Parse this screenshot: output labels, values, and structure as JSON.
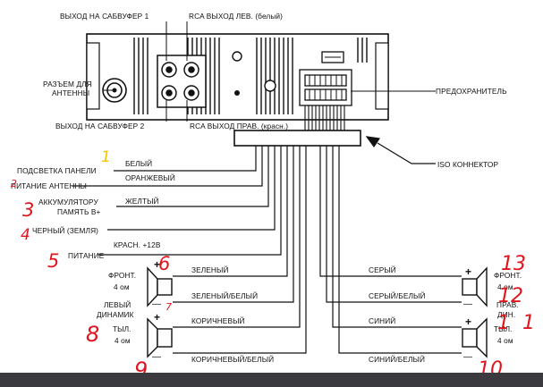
{
  "head_unit": {
    "connectors_top": {
      "subwoofer_out_1": "ВЫХОД НА САБВУФЕР 1",
      "rca_out_left": "RCA ВЫХОД ЛЕВ. (белый)"
    },
    "connectors_bottom": {
      "subwoofer_out_2": "ВЫХОД НА САБВУФЕР 2",
      "rca_out_right": "RCA ВЫХОД ПРАВ. (красн.)"
    },
    "antenna_jack": [
      "РАЗЪЕМ ДЛЯ",
      "АНТЕННЫ"
    ],
    "fuse": "ПРЕДОХРАНИТЕЛЬ",
    "iso_connector": "ISO КОННЕКТОР"
  },
  "power_wires": [
    {
      "function": "ПОДСВЕТКА ПАНЕЛИ",
      "color": "БЕЛЫЙ",
      "mark": "1"
    },
    {
      "function": "ПИТАНИЕ АНТЕННЫ",
      "color": "ОРАНЖЕВЫЙ",
      "mark": "2"
    },
    {
      "function_lines": [
        "АККУМУЛЯТОРУ",
        "ПАМЯТЬ В+"
      ],
      "color": "ЖЕЛТЫЙ",
      "mark": "3"
    },
    {
      "function": "ЧЕРНЫЙ (ЗЕМЛЯ)",
      "color": "",
      "mark": "4"
    },
    {
      "function": "ПИТАНИЕ",
      "color": "КРАСН. +12В",
      "mark": "5"
    }
  ],
  "speakers": {
    "left_front": {
      "name": "ФРОНТ.",
      "impedance": "4 ом",
      "wire_plus": "ЗЕЛЕНЫЙ",
      "wire_minus": "ЗЕЛЕНЫЙ/БЕЛЫЙ",
      "mark_plus": "6",
      "mark_minus": "7"
    },
    "left_group": [
      "ЛЕВЫЙ",
      "ДИНАМИК"
    ],
    "left_rear": {
      "name": "ТЫЛ.",
      "impedance": "4 ом",
      "wire_plus": "КОРИЧНЕВЫЙ",
      "wire_minus": "КОРИЧНЕВЫЙ/БЕЛЫЙ",
      "mark_plus": "8",
      "mark_minus": "9"
    },
    "right_front": {
      "name": "ФРОНТ.",
      "impedance": "4 ом",
      "wire_plus": "СЕРЫЙ",
      "wire_minus": "СЕРЫЙ/БЕЛЫЙ",
      "mark_plus": "13",
      "mark_minus": "12"
    },
    "right_group": [
      "ПРАВ.",
      "ДИН."
    ],
    "right_rear": {
      "name": "ТЫЛ.",
      "impedance": "4 ом",
      "wire_plus": "СИНИЙ",
      "wire_minus": "СИНИЙ/БЕЛЫЙ",
      "mark_plus": "11",
      "mark_minus": "10"
    }
  },
  "symbols": {
    "plus": "+",
    "minus": "—"
  },
  "colors": {
    "annotation": "#e0141e",
    "ink": "#111111",
    "screen_bar": "#3b3b3f"
  }
}
